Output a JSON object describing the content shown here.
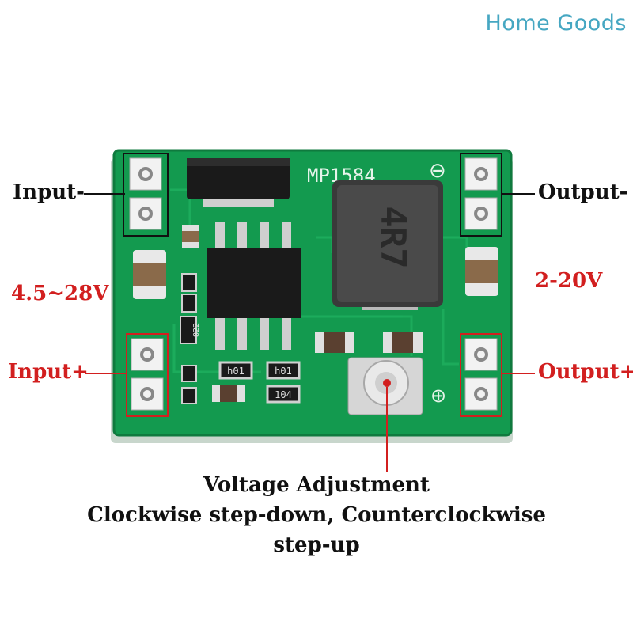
{
  "brand": {
    "text": "Home Goods",
    "color": "#46a7c2"
  },
  "board": {
    "chip_marking": "MP1584",
    "inductor_marking": "4R7",
    "resistor_markings": [
      "h01",
      "h01",
      "104",
      "822"
    ],
    "polarity_minus": "⊖",
    "polarity_plus": "⊕"
  },
  "labels": {
    "input_minus": "Input-",
    "output_minus": "Output-",
    "input_voltage": "4.5~28V",
    "output_voltage": "2-20V",
    "input_plus": "Input+",
    "output_plus": "Output+"
  },
  "caption": {
    "line1": "Voltage Adjustment",
    "line2": "Clockwise step-down, Counterclockwise",
    "line3": "step-up"
  },
  "colors": {
    "pcb": "#139a4f",
    "negative_frame": "#111111",
    "positive_frame": "#d21f1f",
    "label_red": "#d21f1f"
  }
}
